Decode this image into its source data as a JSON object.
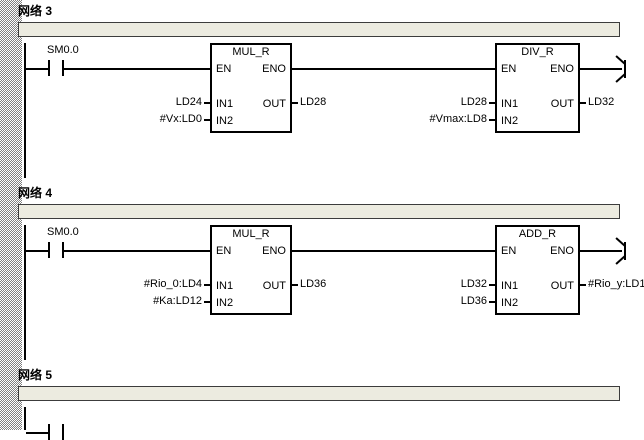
{
  "editor": {
    "type": "ladder-logic-editor",
    "language": "LAD",
    "colors": {
      "background": "#ffffff",
      "wire": "#000000",
      "comment_bar_fill": "#ecebe0",
      "comment_bar_border": "#3c3c3c",
      "gutter": "#808080"
    }
  },
  "networks": [
    {
      "label": "网络 3",
      "comment": "",
      "contact": {
        "symbol": "normally-open",
        "operand": "SM0.0"
      },
      "blocks": [
        {
          "title": "MUL_R",
          "pins": {
            "en": "EN",
            "eno": "ENO",
            "in1": "IN1",
            "in2": "IN2",
            "out": "OUT"
          },
          "in1_operand": "LD24",
          "in2_operand": "#Vx:LD0",
          "out_operand": "LD28"
        },
        {
          "title": "DIV_R",
          "pins": {
            "en": "EN",
            "eno": "ENO",
            "in1": "IN1",
            "in2": "IN2",
            "out": "OUT"
          },
          "in1_operand": "LD28",
          "in2_operand": "#Vmax:LD8",
          "out_operand": "LD32"
        }
      ],
      "continuation": true
    },
    {
      "label": "网络 4",
      "comment": "",
      "contact": {
        "symbol": "normally-open",
        "operand": "SM0.0"
      },
      "blocks": [
        {
          "title": "MUL_R",
          "pins": {
            "en": "EN",
            "eno": "ENO",
            "in1": "IN1",
            "in2": "IN2",
            "out": "OUT"
          },
          "in1_operand": "#Rio_0:LD4",
          "in2_operand": "#Ka:LD12",
          "out_operand": "LD36"
        },
        {
          "title": "ADD_R",
          "pins": {
            "en": "EN",
            "eno": "ENO",
            "in1": "IN1",
            "in2": "IN2",
            "out": "OUT"
          },
          "in1_operand": "LD32",
          "in2_operand": "LD36",
          "out_operand": "#Rio_y:LD1"
        }
      ],
      "continuation": true
    },
    {
      "label": "网络 5",
      "comment": "",
      "contact": null,
      "blocks": [],
      "continuation": false
    }
  ]
}
